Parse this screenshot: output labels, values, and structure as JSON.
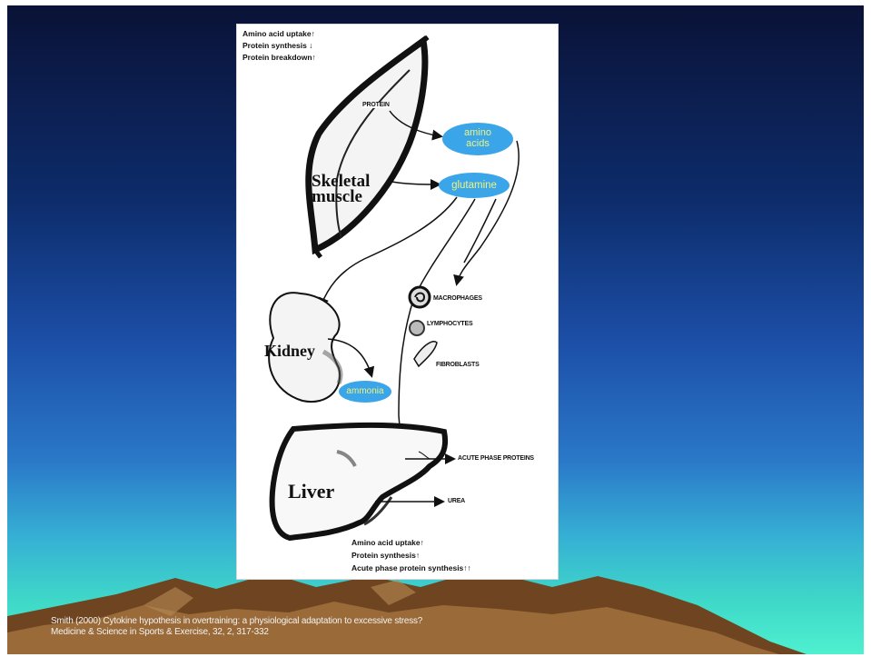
{
  "figure": {
    "muscle_effects": [
      "Amino acid uptake↑",
      "Protein synthesis ↓",
      "Protein breakdown↑"
    ],
    "protein_label": "PROTEIN",
    "skeletal_muscle_label": [
      "Skeletal",
      "muscle"
    ],
    "amino_acids_label": [
      "amino",
      "acids"
    ],
    "glutamine_label": "glutamine",
    "macrophages_label": "MACROPHAGES",
    "lymphocytes_label": "LYMPHOCYTES",
    "fibroblasts_label": "FIBROBLASTS",
    "kidney_label": "Kidney",
    "ammonia_label": "ammonia",
    "liver_label": "Liver",
    "acute_phase_label": "ACUTE PHASE PROTEINS",
    "urea_label": "UREA",
    "liver_effects": [
      "Amino acid uptake↑",
      "Protein synthesis↑",
      "Acute phase protein synthesis↑↑"
    ],
    "oval_color": "#3aa5e8",
    "oval_text_color": "#f2f27a"
  },
  "citation": {
    "line1": "Smith (2000) Cytokine hypothesis in overtraining: a physiological adaptation to excessive stress?",
    "line2": "Medicine & Science in Sports & Exercise, 32, 2, 317-332"
  },
  "background": {
    "sky_top": "#0a1236",
    "sky_bottom": "#4ef0d0",
    "mountain_color": "#8a5a2c"
  }
}
